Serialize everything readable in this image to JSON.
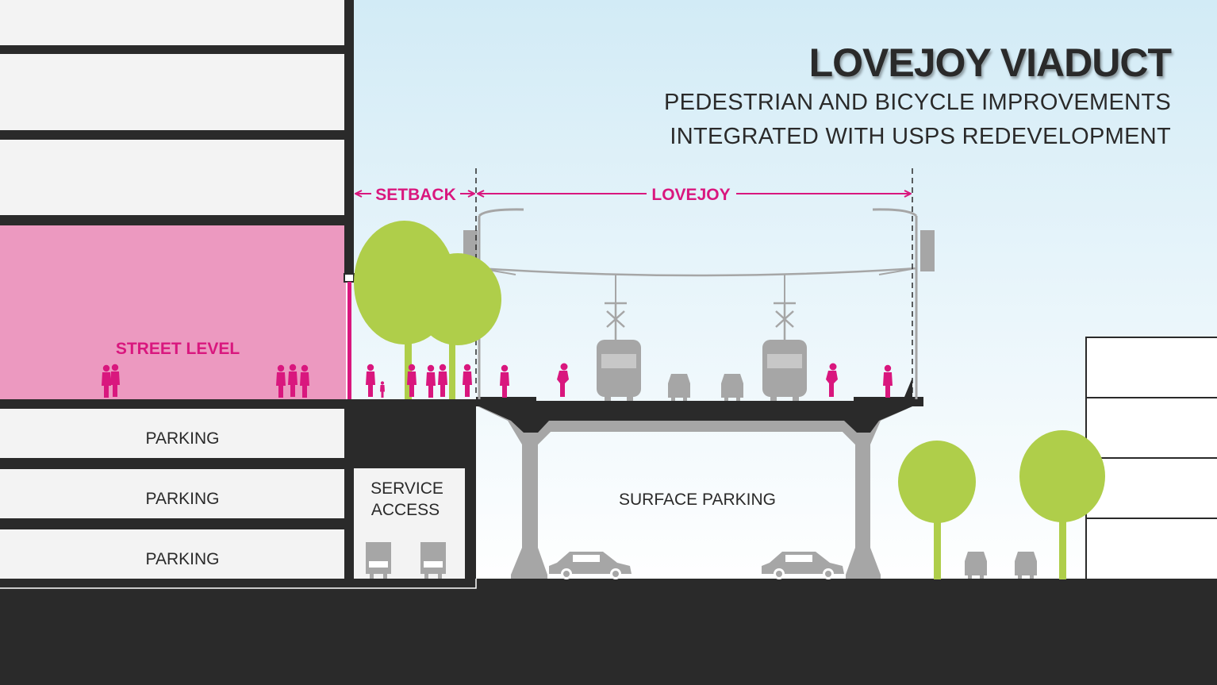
{
  "title": "LOVEJOY VIADUCT",
  "subtitle_line1": "PEDESTRIAN AND BICYCLE IMPROVEMENTS",
  "subtitle_line2": "INTEGRATED WITH USPS REDEVELOPMENT",
  "dimensions": {
    "setback": "SETBACK",
    "lovejoy": "LOVEJOY"
  },
  "labels": {
    "street_level": "STREET LEVEL",
    "parking_1": "PARKING",
    "parking_2": "PARKING",
    "parking_3": "PARKING",
    "service_line1": "SERVICE",
    "service_line2": "ACCESS",
    "surface_parking": "SURFACE PARKING"
  },
  "colors": {
    "accent_magenta": "#D9177E",
    "street_level_fill": "#EC99C0",
    "tree_green": "#AFCE4A",
    "structure_dark": "#2A2A2A",
    "concrete_gray": "#A6A6A6",
    "sky_top": "#D2EBF6",
    "floor_fill": "#F3F3F3"
  }
}
